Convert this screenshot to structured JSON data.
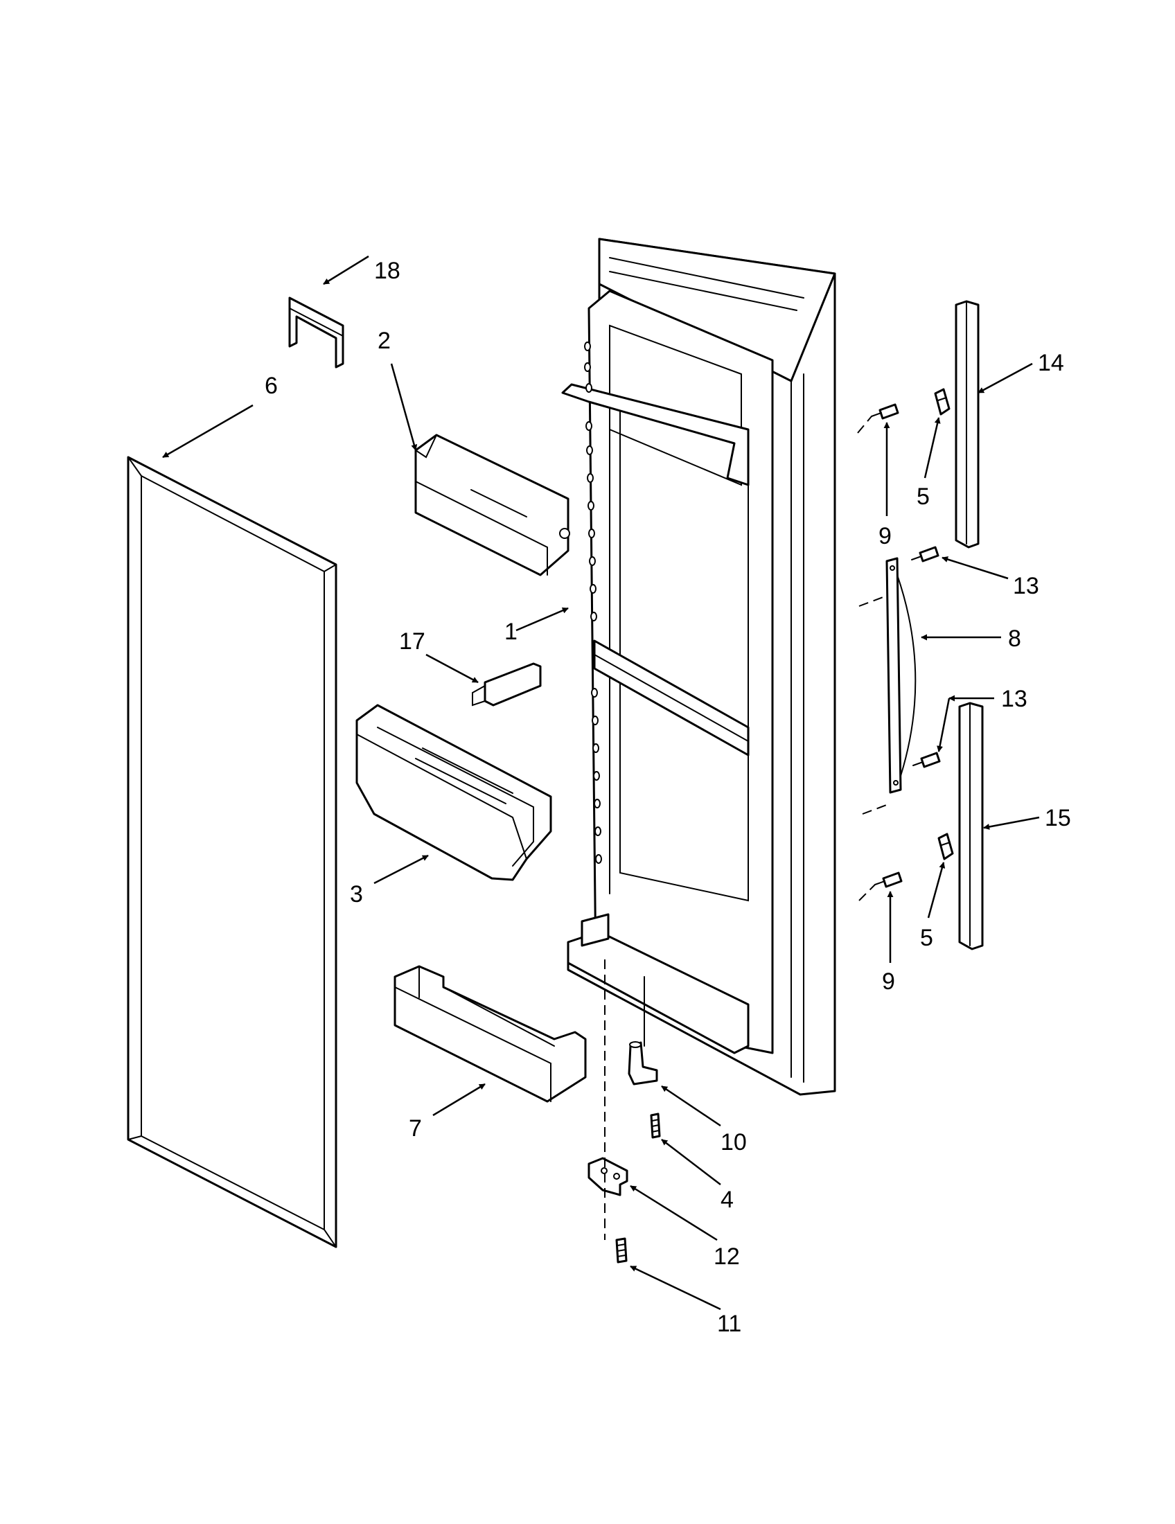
{
  "callouts": {
    "c1": "1",
    "c2": "2",
    "c3": "3",
    "c4": "4",
    "c5a": "5",
    "c5b": "5",
    "c6": "6",
    "c7": "7",
    "c8": "8",
    "c9a": "9",
    "c9b": "9",
    "c10": "10",
    "c11": "11",
    "c12": "12",
    "c13a": "13",
    "c13b": "13",
    "c14": "14",
    "c15": "15",
    "c17": "17",
    "c18": "18"
  },
  "style": {
    "ink": "#000000",
    "paper": "#ffffff"
  }
}
